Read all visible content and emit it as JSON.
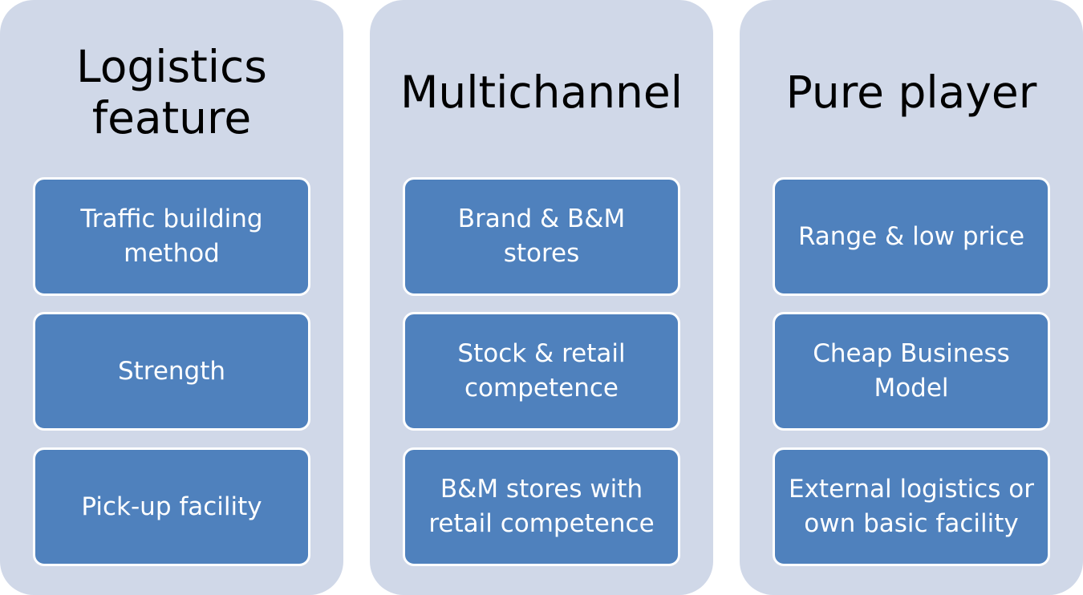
{
  "columns": [
    {
      "title": "Logistics feature",
      "items": [
        "Traffic building method",
        "Strength",
        "Pick-up facility"
      ]
    },
    {
      "title": "Multichannel",
      "items": [
        "Brand & B&M stores",
        "Stock & retail competence",
        "B&M stores with retail competence"
      ]
    },
    {
      "title": "Pure player",
      "items": [
        "Range & low price",
        "Cheap Business Model",
        "External logistics or own basic facility"
      ]
    }
  ],
  "colors": {
    "column_background": "#d0d8e8",
    "card_background": "#4f81bd",
    "card_border": "#ffffff",
    "card_text": "#ffffff",
    "title_text": "#000000"
  }
}
